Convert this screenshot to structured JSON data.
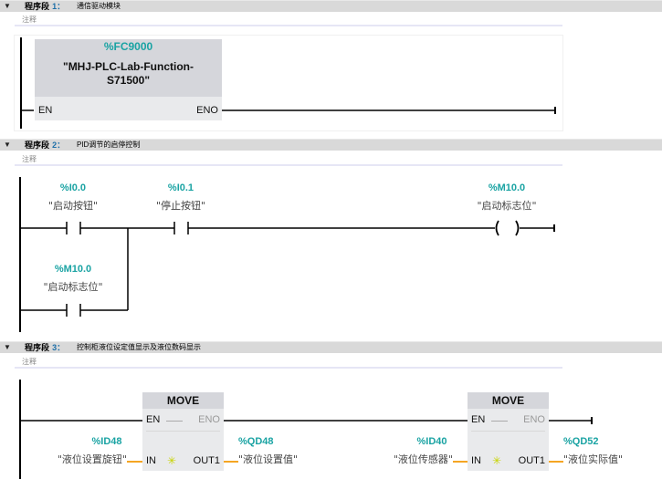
{
  "networks": [
    {
      "label": "程序段",
      "number": "1：",
      "title": "通信驱动模块",
      "comment": "注释",
      "block": {
        "address": "%FC9000",
        "name_line1": "\"MHJ-PLC-Lab-Function-",
        "name_line2": "S71500\"",
        "en": "EN",
        "eno": "ENO"
      }
    },
    {
      "label": "程序段",
      "number": "2：",
      "title": "PID调节的启停控制",
      "comment": "注释",
      "contacts": [
        {
          "address": "%I0.0",
          "symbol": "\"启动按钮\""
        },
        {
          "address": "%I0.1",
          "symbol": "\"停止按钮\""
        },
        {
          "address": "%M10.0",
          "symbol": "\"启动标志位\""
        }
      ],
      "coil": {
        "address": "%M10.0",
        "symbol": "\"启动标志位\""
      }
    },
    {
      "label": "程序段",
      "number": "3：",
      "title": "控制柜液位设定值显示及液位数码显示",
      "comment": "注释",
      "moves": [
        {
          "title": "MOVE",
          "en": "EN",
          "eno": "ENO",
          "in": "IN",
          "out": "OUT1",
          "in_address": "%ID48",
          "in_symbol": "\"液位设置旋钮\"",
          "out_address": "%QD48",
          "out_symbol": "\"液位设置值\""
        },
        {
          "title": "MOVE",
          "en": "EN",
          "eno": "ENO",
          "in": "IN",
          "out": "OUT1",
          "in_address": "%ID40",
          "in_symbol": "\"液位传感器\"",
          "out_address": "%QD52",
          "out_symbol": "\"液位实际值\""
        }
      ]
    }
  ],
  "colors": {
    "address": "#1aa3a3",
    "wire": "#000000",
    "data_wire": "#f5a623",
    "header_bg": "#d9d9d9",
    "block_bg": "#e9eaec"
  },
  "icons": {
    "collapse": "▼",
    "star": "✳"
  }
}
